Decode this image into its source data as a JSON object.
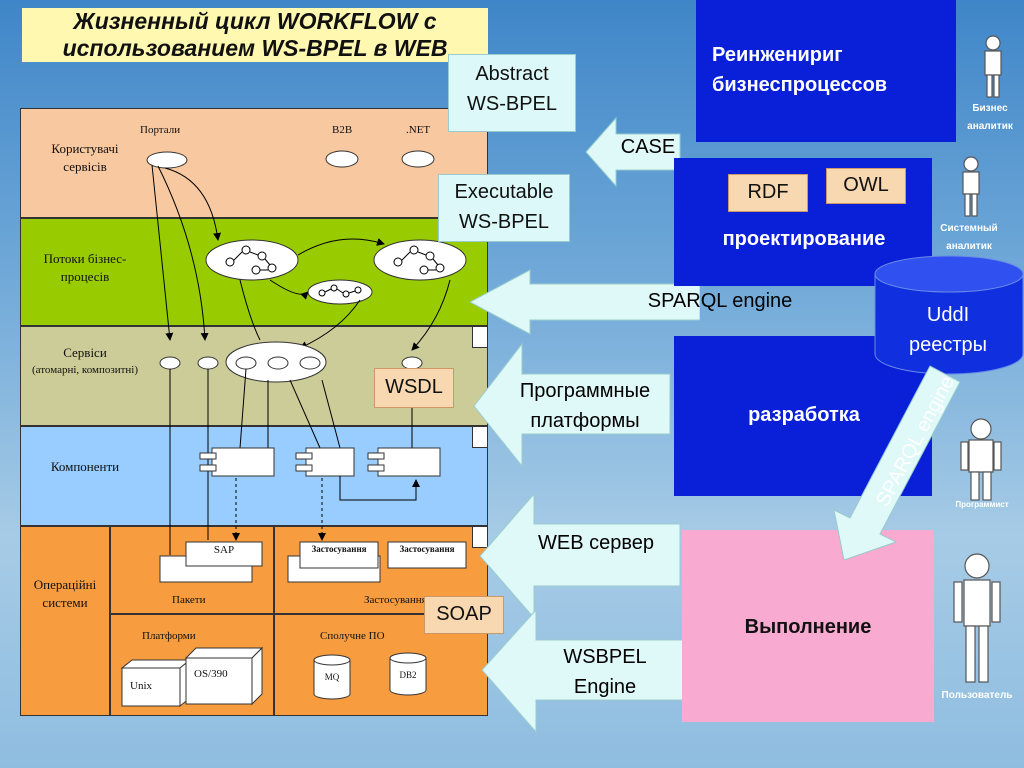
{
  "title": "Жизненный цикл WORKFLOW с использованием WS-BPEL в WEB",
  "layers": {
    "user_services": "Користувачі сервісів",
    "portals": "Портали",
    "b2b": "B2B",
    "net": ".NET",
    "business_flows": "Потоки бізнес-процесів",
    "services": "Сервіси",
    "services_sub": "(атомарні, композитні)",
    "components": "Компоненти",
    "os": "Операційні системи",
    "packages": "Пакети",
    "applications": "Застосування",
    "platforms": "Платформи",
    "middleware": "Сполучне ПО",
    "sap": "SAP",
    "app1": "Застосування",
    "app2": "Застосування",
    "unix": "Unix",
    "os390": "OS/390",
    "mq": "MQ",
    "db2": "DB2"
  },
  "labels": {
    "abstract": "Abstract WS-BPEL",
    "executable": "Executable WS-BPEL",
    "wsdl": "WSDL",
    "soap": "SOAP",
    "case": "CASE",
    "rdf": "RDF",
    "owl": "OWL",
    "sparql": "SPARQL engine",
    "sparql_diag": "SPARQL engine",
    "prog_platforms": "Программные платформы",
    "web_server": "WEB сервер",
    "wsbpel_engine": "WSBPEL Engine",
    "uddi": "UddI реестры"
  },
  "stages": {
    "reengineering": "Реинженириг бизнеспроцессов",
    "design": "проектирование",
    "development": "разработка",
    "execution": "Выполнение"
  },
  "roles": {
    "business_analyst": "Бизнес аналитик",
    "system_analyst": "Системный аналитик",
    "programmer": "Программист",
    "user": "Пользователь"
  },
  "colors": {
    "stage_blue": "#0a1fd8",
    "execution_pink": "#f8aad0",
    "layer_peach": "#f8c8a0",
    "layer_green": "#99cc00",
    "layer_khaki": "#cccc99",
    "layer_blue": "#99ccff",
    "layer_orange": "#f89c40"
  }
}
